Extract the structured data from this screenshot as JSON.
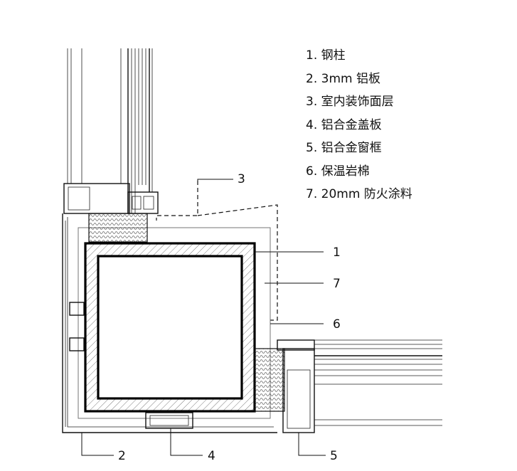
{
  "legend": [
    "1. 钢柱",
    "2. 3mm 铝板",
    "3. 室内装饰面层",
    "4. 铝合金盖板",
    "5. 铝合金窗框",
    "6. 保温岩棉",
    "7. 20mm 防火涂料"
  ],
  "callouts": {
    "c1": "1",
    "c2": "2",
    "c3": "3",
    "c4": "4",
    "c5": "5",
    "c6": "6",
    "c7": "7"
  }
}
